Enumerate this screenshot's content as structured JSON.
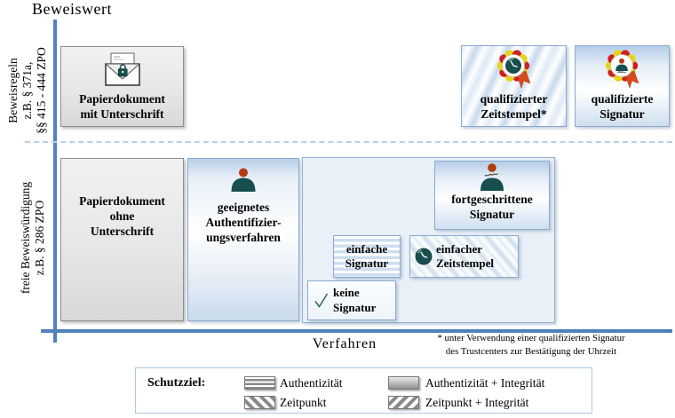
{
  "axes": {
    "y_title": "Beweiswert",
    "x_title": "Verfahren",
    "regions": {
      "top": "Beweisregeln\nz.B. § 371a,\n§§ 415 - 444 ZPO",
      "bottom": "freie Beweiswürdigung\nz.B. § 286 ZPO"
    }
  },
  "boxes": {
    "paper_with_signature": {
      "label": "Papierdokument\nmit Unterschrift",
      "icon": "envelope-lock-icon",
      "pattern": "solid-gray"
    },
    "qualified_timestamp": {
      "label": "qualifizierter\nZeitstempel*",
      "icon": "seal-clock-icon",
      "pattern": "diagonal-hatch"
    },
    "qualified_signature": {
      "label": "qualifizierte\nSignatur",
      "icon": "seal-person-icon",
      "pattern": "solid-gradient"
    },
    "paper_without_signature": {
      "label": "Papierdokument\nohne\nUnterschrift",
      "pattern": "solid-gray"
    },
    "suitable_authentication": {
      "label": "geeignetes\nAuthentifizier-\nungsverfahren",
      "icon": "person-icon",
      "pattern": "solid-gradient"
    },
    "advanced_signature": {
      "label": "fortgeschrittene\nSignatur",
      "icon": "person-signature-icon",
      "pattern": "solid-gradient"
    },
    "simple_signature": {
      "label": "einfache\nSignatur",
      "pattern": "horizontal-stripes"
    },
    "simple_timestamp": {
      "label": "einfacher\nZeitstempel",
      "icon": "clock-icon",
      "pattern": "diagonal-stripes"
    },
    "no_signature": {
      "label": "keine\nSignatur",
      "icon": "checkmark-icon",
      "pattern": "plain"
    }
  },
  "footnote": {
    "text": "* unter Verwendung einer qualifizierten Signatur\ndes Trustcenters zur Bestätigung der  Uhrzeit"
  },
  "legend": {
    "title": "Schutzziel:",
    "items": [
      {
        "label": "Authentizität",
        "pattern": "horizontal-stripes"
      },
      {
        "label": "Zeitpunkt",
        "pattern": "diagonal-stripes-down"
      },
      {
        "label": "Authentizität + Integrität",
        "pattern": "solid-gradient"
      },
      {
        "label": "Zeitpunkt + Integrität",
        "pattern": "diagonal-hatch-up"
      }
    ]
  },
  "colors": {
    "axis_blue": "#4f81bd",
    "box_border_blue": "#8aabd0",
    "box_fill_light_blue": "#e9f0f8",
    "teal_dark": "#174f4f",
    "head_rust": "#b13c0f",
    "seal_red": "#cf1f1f",
    "seal_yellow": "#e8d414",
    "ribbon_orange": "#d8491b",
    "gray_box": "#e6e6e6"
  }
}
